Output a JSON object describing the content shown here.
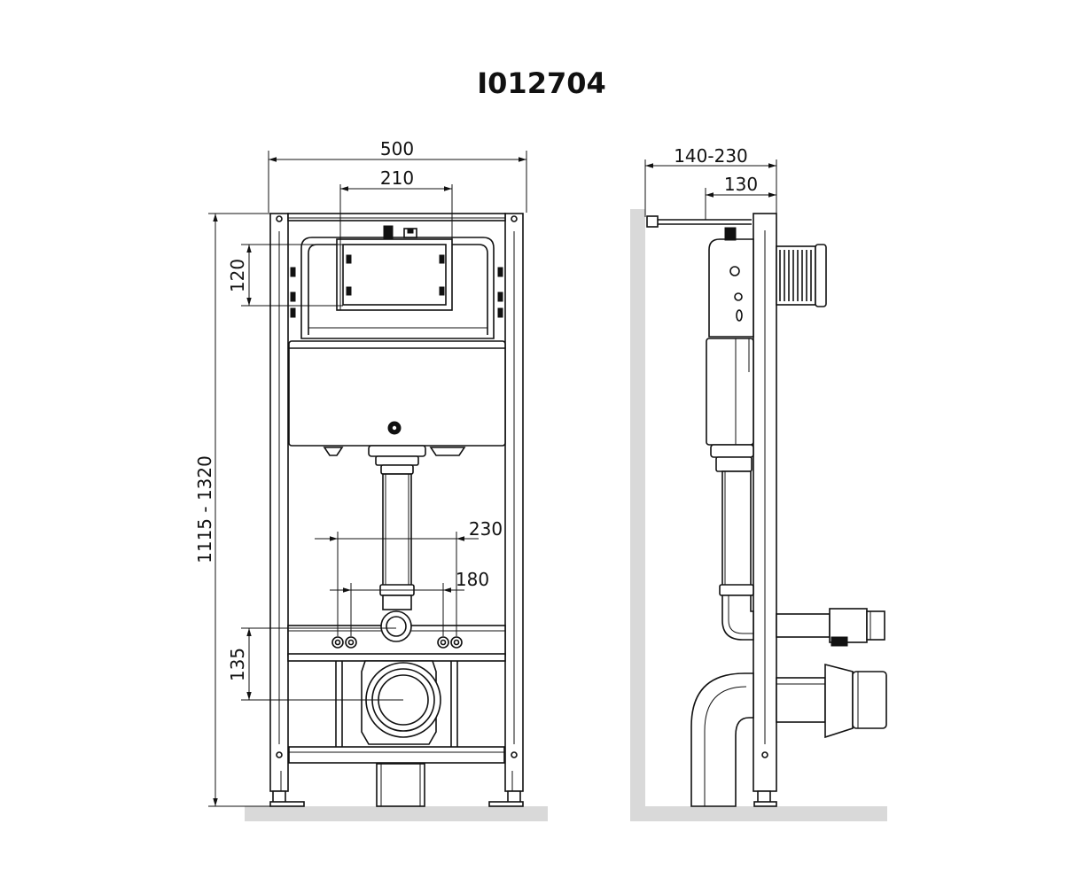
{
  "title": "I012704",
  "front_view": {
    "dim_width_total": "500",
    "dim_width_plate": "210",
    "dim_height_total": "1115 - 1320",
    "dim_plate_height": "120",
    "dim_bolt_spacing_outer": "230",
    "dim_bolt_spacing_inner": "180",
    "dim_outlet_height": "135"
  },
  "side_view": {
    "dim_depth_range": "140-230",
    "dim_depth_fixed": "130"
  }
}
